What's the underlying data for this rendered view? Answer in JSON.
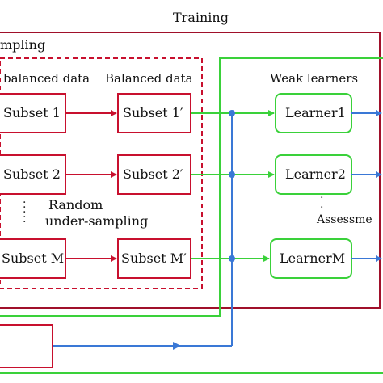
{
  "title": "Training",
  "sampling_label": "mpling",
  "imbalanced_label": "balanced data",
  "balanced_label": "Balanced data",
  "weak_learners_label": "Weak learners",
  "random_label": "Random",
  "under_sampling_label": "under-sampling",
  "assess_label": "Assessme",
  "subsets": [
    "Subset 1",
    "Subset 2",
    "Subset M"
  ],
  "balanced_subsets": [
    "Subset 1′",
    "Subset 2′",
    "Subset M′"
  ],
  "learners": [
    "Learner1",
    "Learner2",
    "LearnerM"
  ],
  "colors": {
    "red": "#c8102e",
    "green": "#3ad13a",
    "blue": "#3a78d6",
    "dark_red": "#a0102a"
  }
}
